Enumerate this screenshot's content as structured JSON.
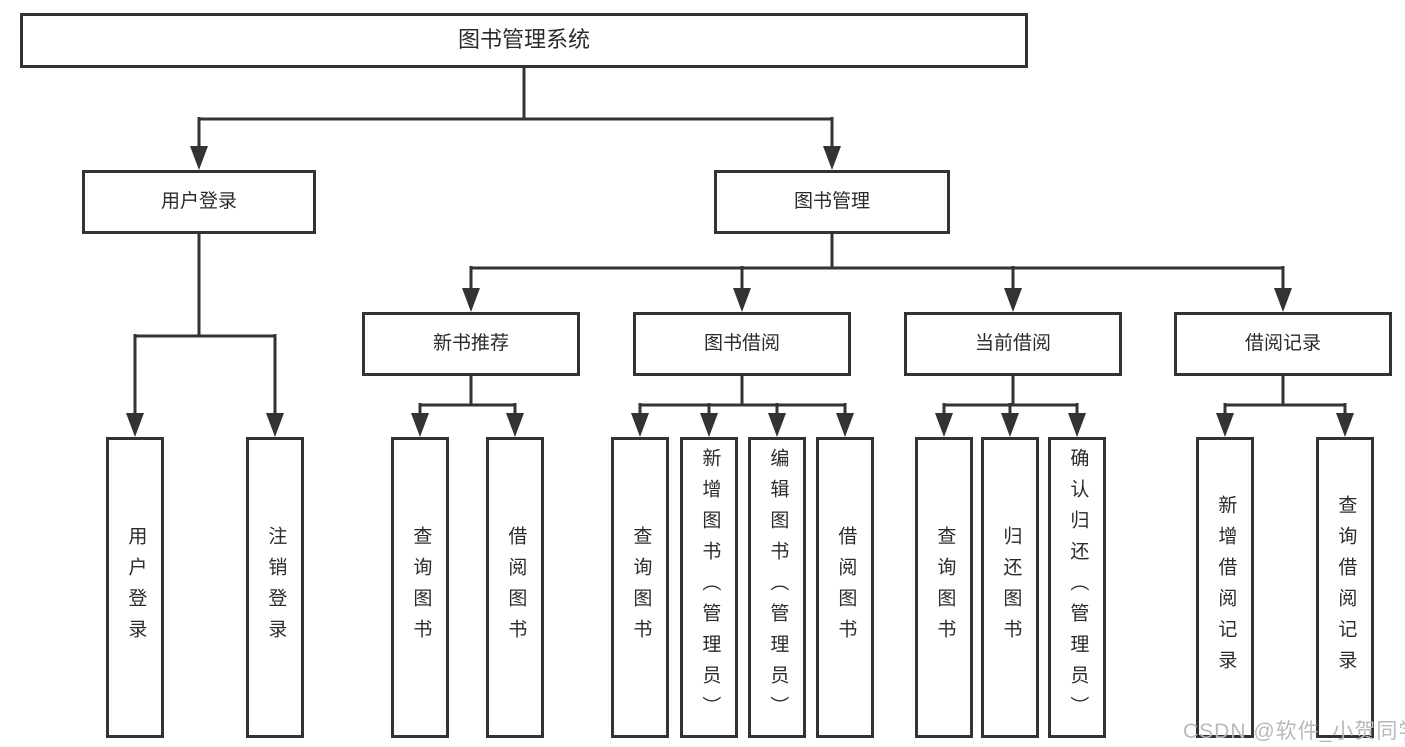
{
  "nodes": {
    "root": {
      "label": "图书管理系统"
    },
    "level2": [
      {
        "label": "用户登录"
      },
      {
        "label": "图书管理"
      }
    ],
    "level3": [
      {
        "label": "新书推荐"
      },
      {
        "label": "图书借阅"
      },
      {
        "label": "当前借阅"
      },
      {
        "label": "借阅记录"
      }
    ],
    "leaves_user_login": [
      {
        "label": "用户登录"
      },
      {
        "label": "注销登录"
      }
    ],
    "leaves_new_book": [
      {
        "label": "查询图书"
      },
      {
        "label": "借阅图书"
      }
    ],
    "leaves_book_borrow": [
      {
        "label": "查询图书"
      },
      {
        "label": "新增图书（管理员）"
      },
      {
        "label": "编辑图书（管理员）"
      },
      {
        "label": "借阅图书"
      }
    ],
    "leaves_current_borrow": [
      {
        "label": "查询图书"
      },
      {
        "label": "归还图书"
      },
      {
        "label": "确认归还（管理员）"
      }
    ],
    "leaves_borrow_record": [
      {
        "label": "新增借阅记录"
      },
      {
        "label": "查询借阅记录"
      }
    ]
  },
  "watermark": {
    "text": "CSDN @软件_小贺同学"
  },
  "colors": {
    "line": "#333333",
    "box_border": "#333333",
    "text": "#2b2b2b",
    "watermark_text": "#b9b9b9",
    "background": "#ffffff"
  }
}
